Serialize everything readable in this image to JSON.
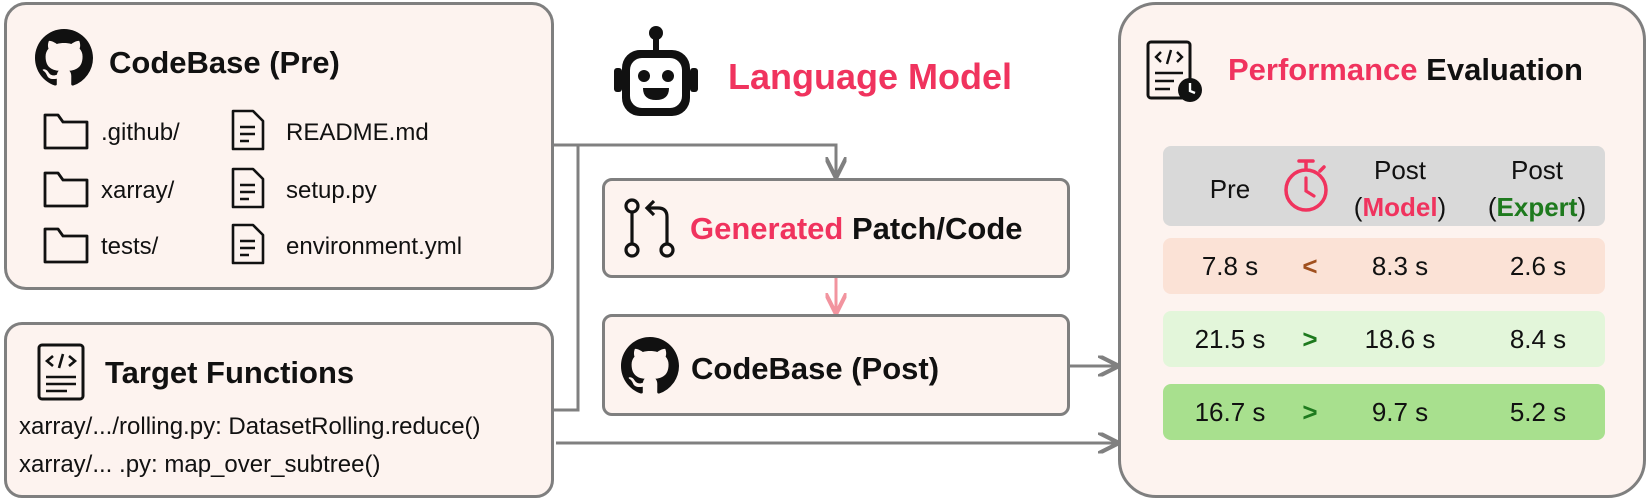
{
  "codebase_pre": {
    "title": "CodeBase (Pre)",
    "folders": [
      ".github/",
      "xarray/",
      "tests/"
    ],
    "files": [
      "README.md",
      "setup.py",
      "environment.yml"
    ]
  },
  "target_functions": {
    "title": "Target Functions",
    "lines": [
      "xarray/.../rolling.py: DatasetRolling.reduce()",
      "xarray/... .py: map_over_subtree()"
    ]
  },
  "language_model": {
    "label": "Language Model"
  },
  "generated_patch": {
    "word1": "Generated",
    "word2": "Patch/Code"
  },
  "codebase_post": {
    "title": "CodeBase (Post)"
  },
  "evaluation": {
    "word1": "Performance",
    "word2": "Evaluation",
    "header": {
      "pre": "Pre",
      "post_model_top": "Post",
      "post_model_open": "(",
      "post_model_word": "Model",
      "post_model_close": ")",
      "post_expert_top": "Post",
      "post_expert_open": "(",
      "post_expert_word": "Expert",
      "post_expert_close": ")"
    },
    "rows": [
      {
        "pre": "7.8 s",
        "cmp": "<",
        "model": "8.3 s",
        "expert": "2.6 s",
        "bg": "#fbe2d6"
      },
      {
        "pre": "21.5 s",
        "cmp": ">",
        "model": "18.6 s",
        "expert": "8.4 s",
        "bg": "#e3f6da"
      },
      {
        "pre": "16.7 s",
        "cmp": ">",
        "model": "9.7 s",
        "expert": "5.2 s",
        "bg": "#a8e08e"
      }
    ]
  },
  "colors": {
    "accent": "#f0335e",
    "green": "#1e7a1e",
    "border": "#7f7f7f"
  }
}
